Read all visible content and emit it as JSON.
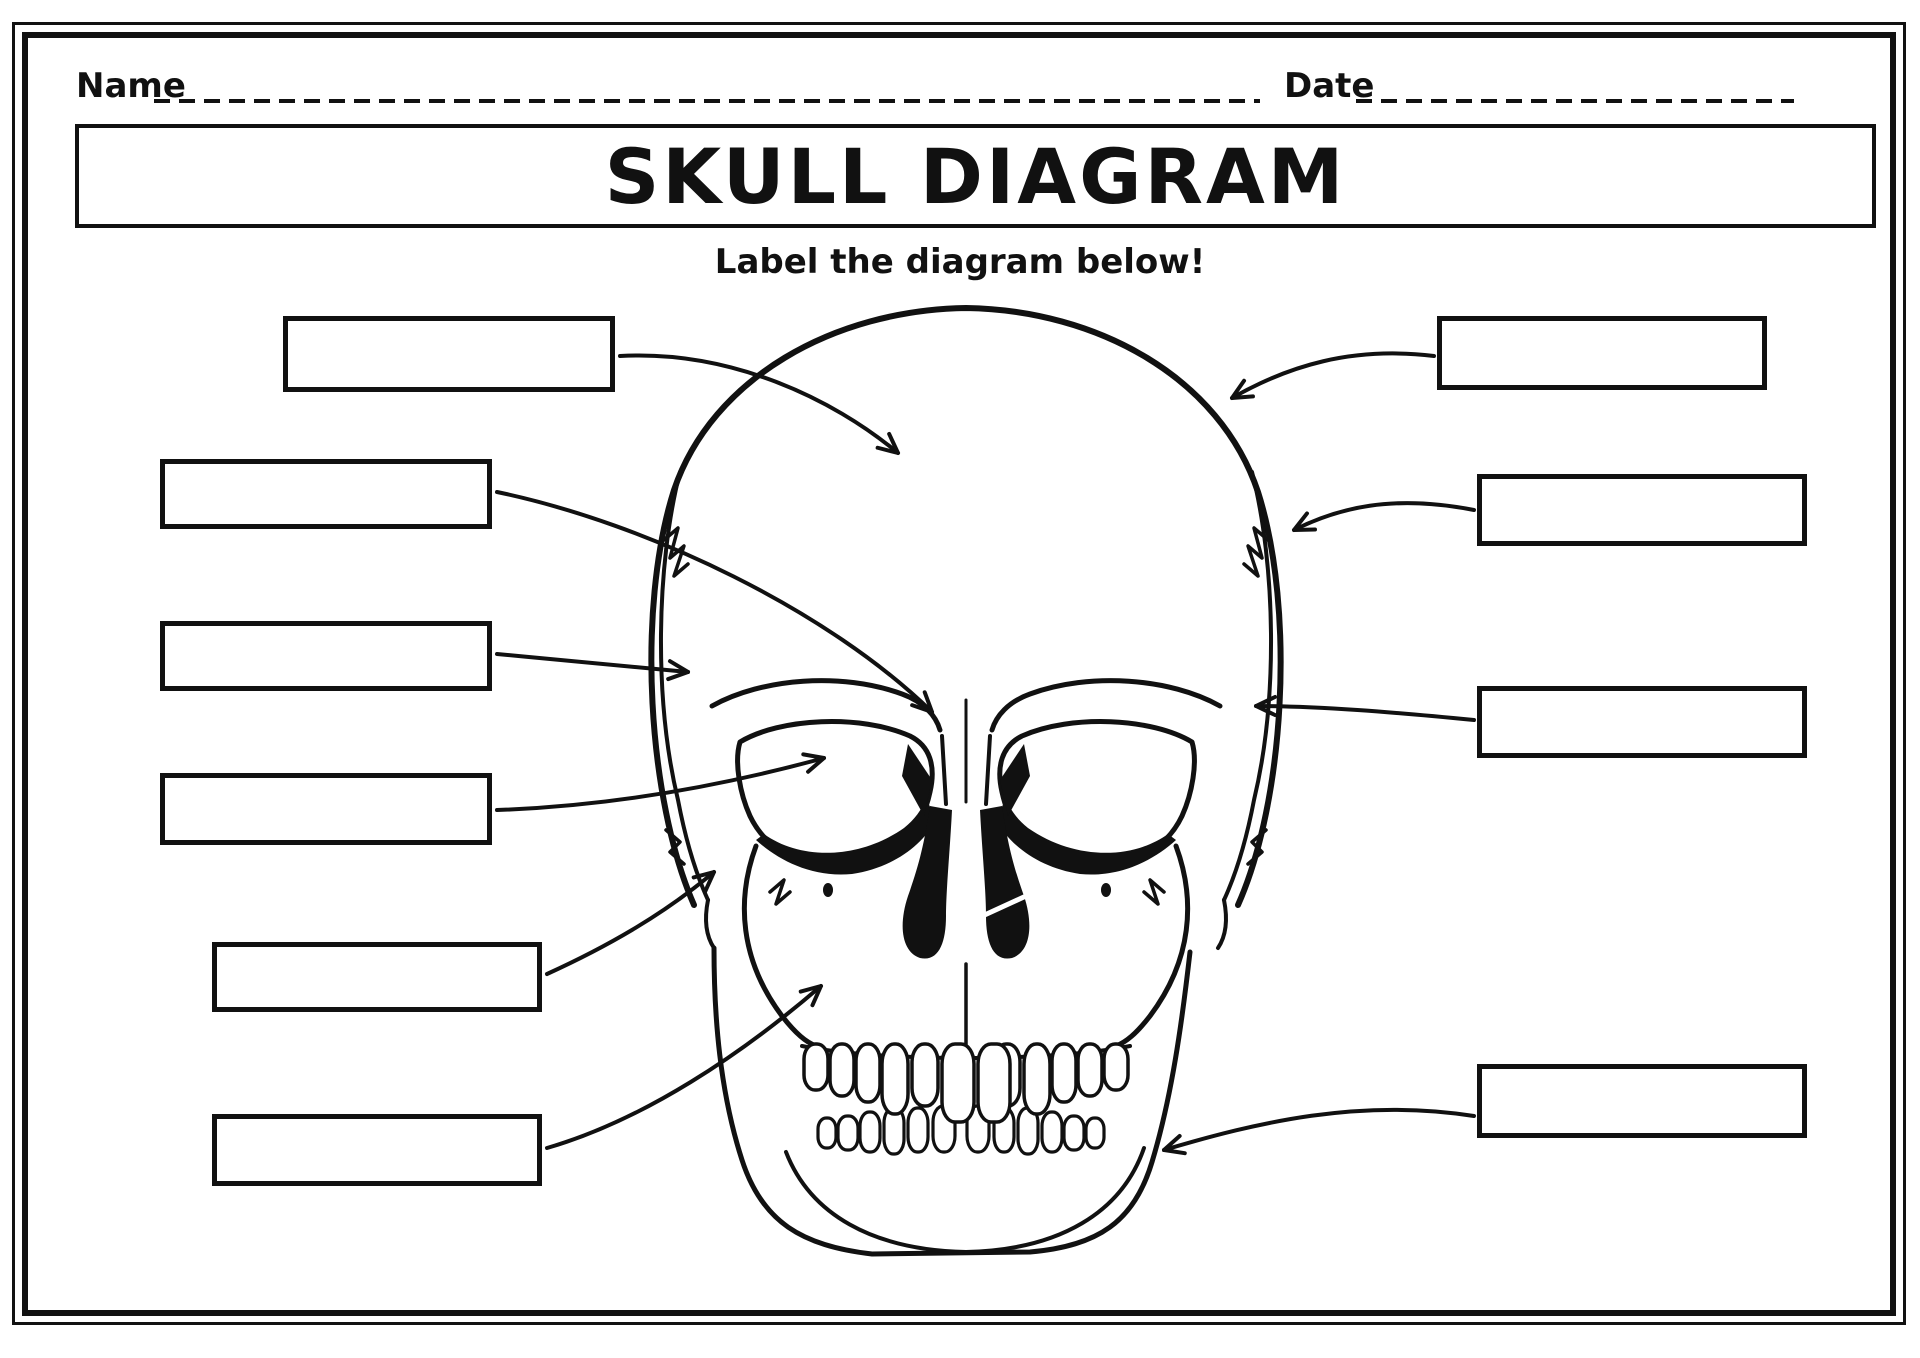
{
  "page": {
    "background": "#ffffff",
    "ink": "#111111"
  },
  "header": {
    "name_label": "Name",
    "name_value": "",
    "date_label": "Date",
    "date_value": ""
  },
  "title": "SKULL DIAGRAM",
  "instruction": "Label the diagram below!",
  "diagram": {
    "subject": "human-skull-front-view",
    "label_boxes": [
      {
        "id": "left-1",
        "value": ""
      },
      {
        "id": "left-2",
        "value": ""
      },
      {
        "id": "left-3",
        "value": ""
      },
      {
        "id": "left-4",
        "value": ""
      },
      {
        "id": "left-5",
        "value": ""
      },
      {
        "id": "left-6",
        "value": ""
      },
      {
        "id": "right-1",
        "value": ""
      },
      {
        "id": "right-2",
        "value": ""
      },
      {
        "id": "right-3",
        "value": ""
      },
      {
        "id": "right-4",
        "value": ""
      }
    ],
    "leader_line_count": 10
  }
}
